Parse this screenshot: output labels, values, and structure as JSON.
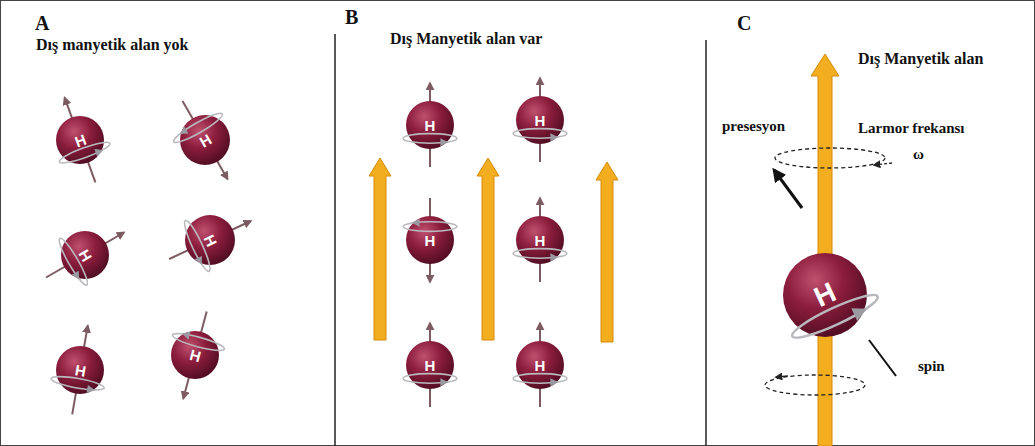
{
  "diagram": {
    "nodes": [
      {
        "text": [
          "A",
          "Dış manyetik alan yok"
        ]
      },
      {
        "text": [
          "H"
        ],
        "in": 0
      },
      {
        "text": [
          "H"
        ],
        "in": 0
      },
      {
        "text": [
          "H"
        ],
        "in": 0
      },
      {
        "text": [
          "H"
        ],
        "in": 0
      },
      {
        "text": [
          "H"
        ],
        "in": 0
      },
      {
        "text": [
          "H"
        ],
        "in": 0
      },
      {
        "text": [
          "B",
          "Dış Manyetik alan var"
        ]
      },
      {
        "text": [
          "H"
        ],
        "in": 7
      },
      {
        "text": [
          "H"
        ],
        "in": 7
      },
      {
        "text": [
          "H"
        ],
        "in": 7
      },
      {
        "text": [
          "H"
        ],
        "in": 7
      },
      {
        "text": [
          "H"
        ],
        "in": 7
      },
      {
        "text": [
          "H"
        ],
        "in": 7
      },
      {
        "text": [
          "C",
          "Dış Manyetik alan"
        ]
      },
      {
        "text": [
          "H"
        ],
        "in": 14
      }
    ],
    "labels": [
      "presesyon",
      "Larmor frekansı",
      "ω",
      "spin"
    ]
  }
}
